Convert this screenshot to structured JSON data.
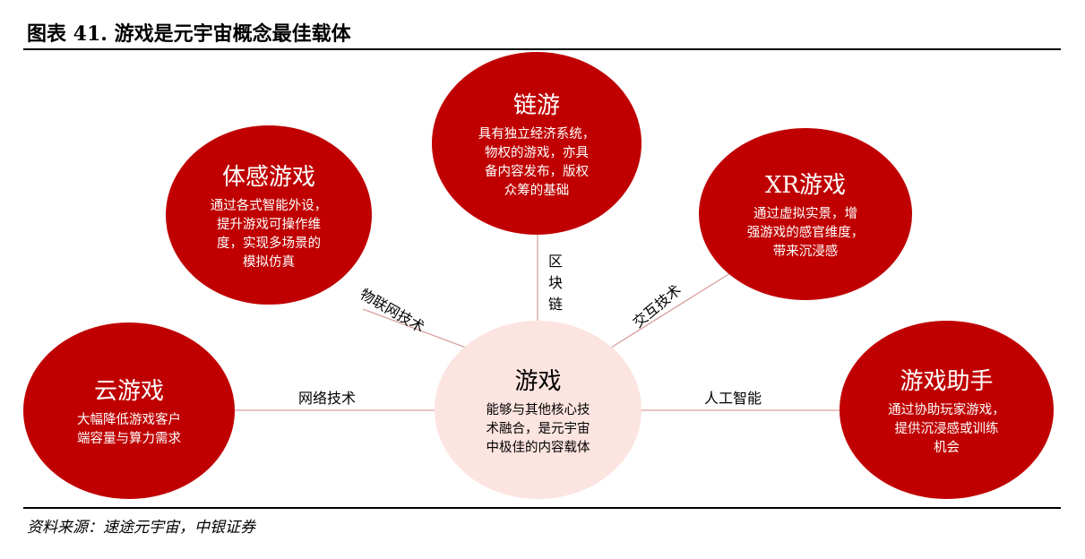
{
  "title": "图表 41. 游戏是元宇宙概念最佳载体",
  "center": {
    "title": "游戏",
    "desc": [
      "能够与其他核心技",
      "术融合，是元宇宙",
      "中极佳的内容载体"
    ]
  },
  "nodes": {
    "somatosensory": {
      "title": "体感游戏",
      "desc": [
        "通过各式智能外设，",
        "提升游戏可操作维",
        "度，实现多场景的",
        "模拟仿真"
      ]
    },
    "chain": {
      "title": "链游",
      "desc": [
        "具有独立经济系统，",
        "物权的游戏，亦具",
        "备内容发布，版权",
        "众筹的基础"
      ]
    },
    "xr": {
      "title": "XR游戏",
      "desc": [
        "通过虚拟实景，增",
        "强游戏的感官维度，",
        "带来沉浸感"
      ]
    },
    "cloud": {
      "title": "云游戏",
      "desc": [
        "大幅降低游戏客户",
        "端容量与算力需求"
      ]
    },
    "assistant": {
      "title": "游戏助手",
      "desc": [
        "通过协助玩家游戏，",
        "提供沉浸感或训练",
        "机会"
      ]
    }
  },
  "links": {
    "iot": "物联网技术",
    "blockchain": "区块链",
    "interaction": "交互技术",
    "network": "网络技术",
    "ai": "人工智能"
  },
  "source": "资料来源：速途元宇宙，中银证券",
  "colors": {
    "node": "#c00000",
    "center": "#fce4e0",
    "line": "#d9a0a0"
  }
}
